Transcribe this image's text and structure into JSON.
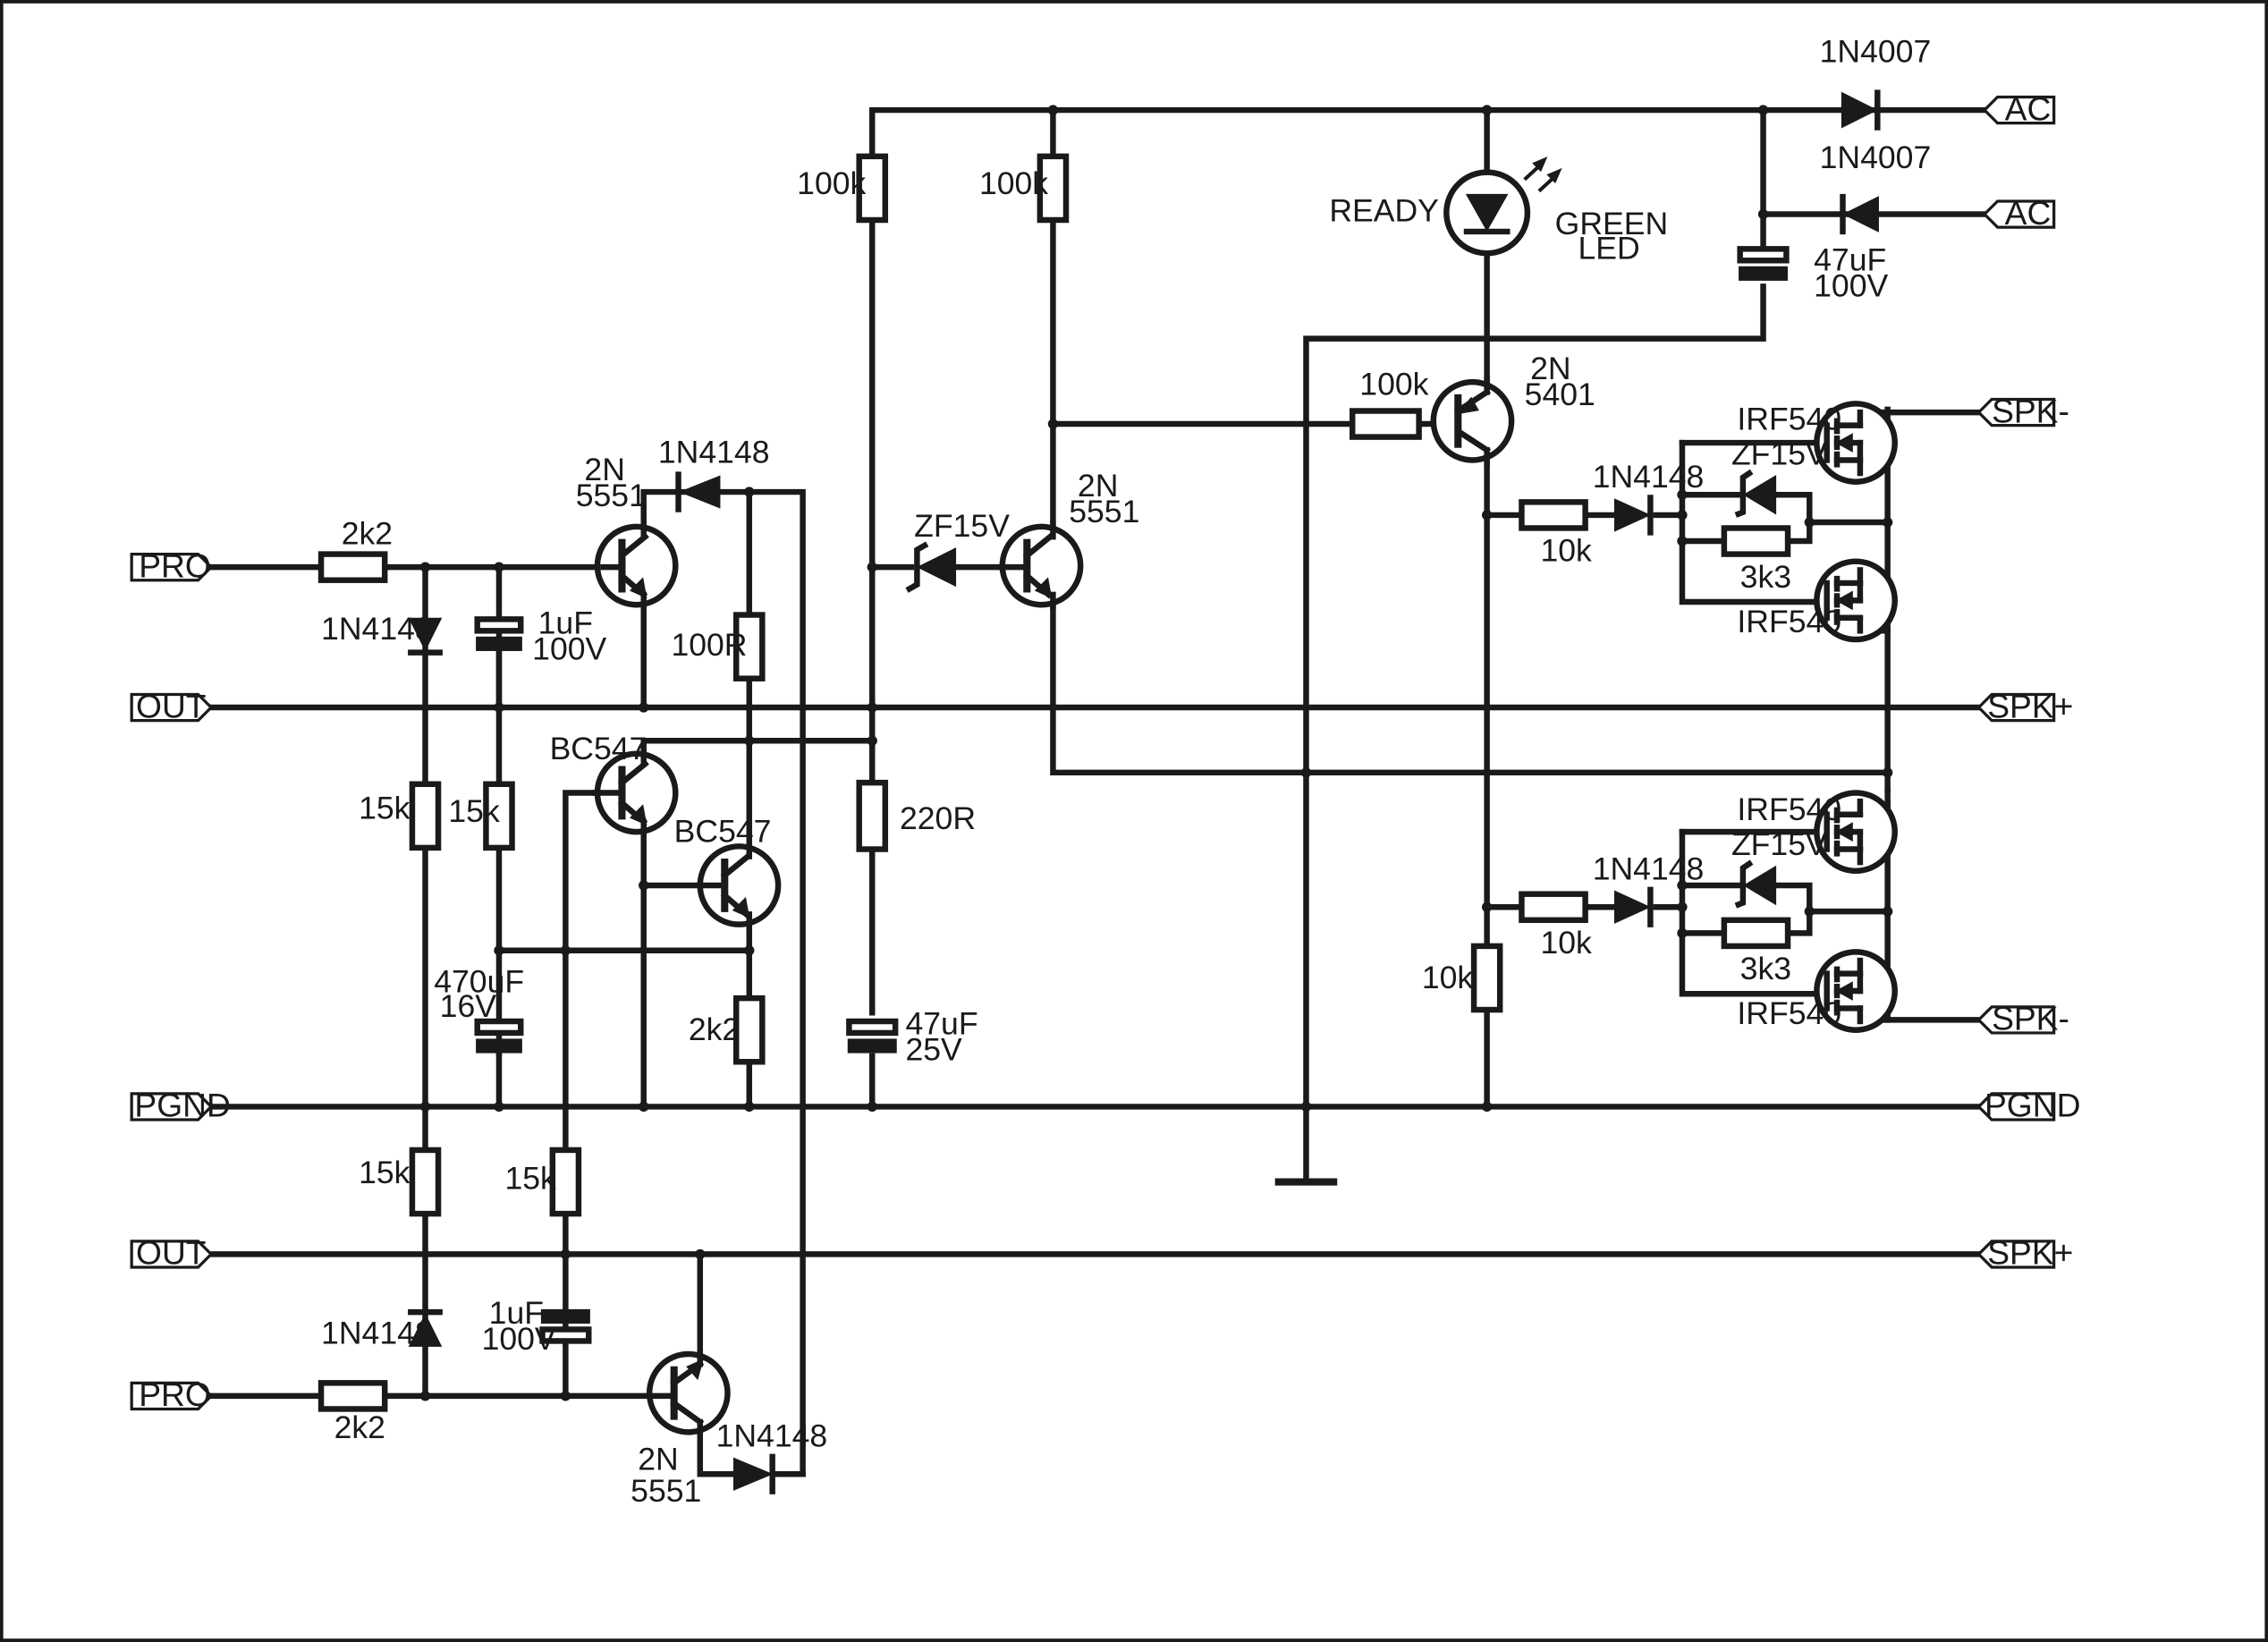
{
  "ports": {
    "pro_top": "PRO",
    "out_top": "OUT",
    "pgnd_left": "PGND",
    "out_bottom": "OUT",
    "pro_bottom": "PRO",
    "ac_top": "AC",
    "ac_bottom": "AC",
    "spk_minus_top": "SPK-",
    "spk_plus_top": "SPK+",
    "pgnd_right": "PGND",
    "spk_minus_bottom": "SPK-",
    "spk_plus_bottom": "SPK+"
  },
  "labels": {
    "r_pro_top": "2k2",
    "d_pro_top": "1N4148",
    "c_pro_top": [
      "1uF",
      "100V"
    ],
    "q_top_left": [
      "2N",
      "5551"
    ],
    "d_top_center": "1N4148",
    "r_100R": "100R",
    "q_bc547_a": "BC547",
    "q_bc547_b": "BC547",
    "r_15k_a": "15k",
    "r_15k_b": "15k",
    "c_470": [
      "470uF",
      "16V"
    ],
    "r_2k2_mid": "2k2",
    "r_15k_c": "15k",
    "r_15k_d": "15k",
    "d_pro_bottom": "1N4148",
    "c_pro_bottom": [
      "1uF",
      "100V"
    ],
    "r_pro_bottom": "2k2",
    "q_bottom": [
      "2N",
      "5551"
    ],
    "d_bottom": "1N4148",
    "r_100k_a": "100k",
    "r_220R": "220R",
    "c_47_25": [
      "47uF",
      "25V"
    ],
    "z_15v": "ZF15V",
    "r_100k_b": "100k",
    "q_mid": [
      "2N",
      "5551"
    ],
    "led_ready": "READY",
    "led_green": [
      "GREEN",
      "LED"
    ],
    "d_ac_top": "1N4007",
    "d_ac_bottom": "1N4007",
    "c_47_100": [
      "47uF",
      "100V"
    ],
    "r_100k_c": "100k",
    "q_pnp": [
      "2N",
      "5401"
    ],
    "m1": "IRF540",
    "m2": "IRF540",
    "m3": "IRF540",
    "m4": "IRF540",
    "d_gate_top": "1N4148",
    "z_gate_top": "ZF15V",
    "r_10k_top": "10k",
    "r_3k3_top": "3k3",
    "d_gate_bottom": "1N4148",
    "z_gate_bottom": "ZF15V",
    "r_10k_bottom": "10k",
    "r_3k3_bottom": "3k3",
    "r_10k_vert": "10k"
  }
}
